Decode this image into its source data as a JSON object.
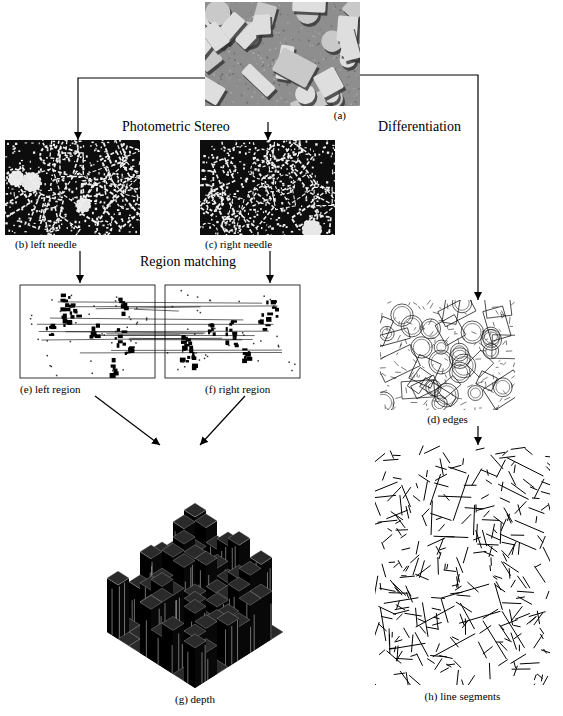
{
  "diagram": {
    "nodes": [
      {
        "text": [
          "(a)"
        ]
      },
      {
        "text": [
          "(b) left needle"
        ]
      },
      {
        "text": [
          "(c) right needle"
        ]
      },
      {
        "text": [
          "(e) left region"
        ]
      },
      {
        "text": [
          "(f) right region"
        ]
      },
      {
        "text": [
          "(d) edges"
        ]
      },
      {
        "text": [
          "(g) depth"
        ]
      },
      {
        "text": [
          "(h) line segments"
        ]
      }
    ],
    "edges": [
      {
        "from": 0,
        "to": 1,
        "arrow": "to"
      },
      {
        "from": 0,
        "to": 2,
        "arrow": "to"
      },
      {
        "from": 0,
        "to": 5,
        "label": "Differentiation",
        "arrow": "to"
      },
      {
        "from": 1,
        "to": 3,
        "arrow": "to"
      },
      {
        "from": 2,
        "to": 4,
        "arrow": "to"
      },
      {
        "from": 3,
        "to": 6,
        "arrow": "to"
      },
      {
        "from": 4,
        "to": 6,
        "arrow": "to"
      },
      {
        "from": 5,
        "to": 7,
        "arrow": "to"
      }
    ],
    "labels": [
      "Photometric Stereo",
      "Region matching"
    ]
  }
}
